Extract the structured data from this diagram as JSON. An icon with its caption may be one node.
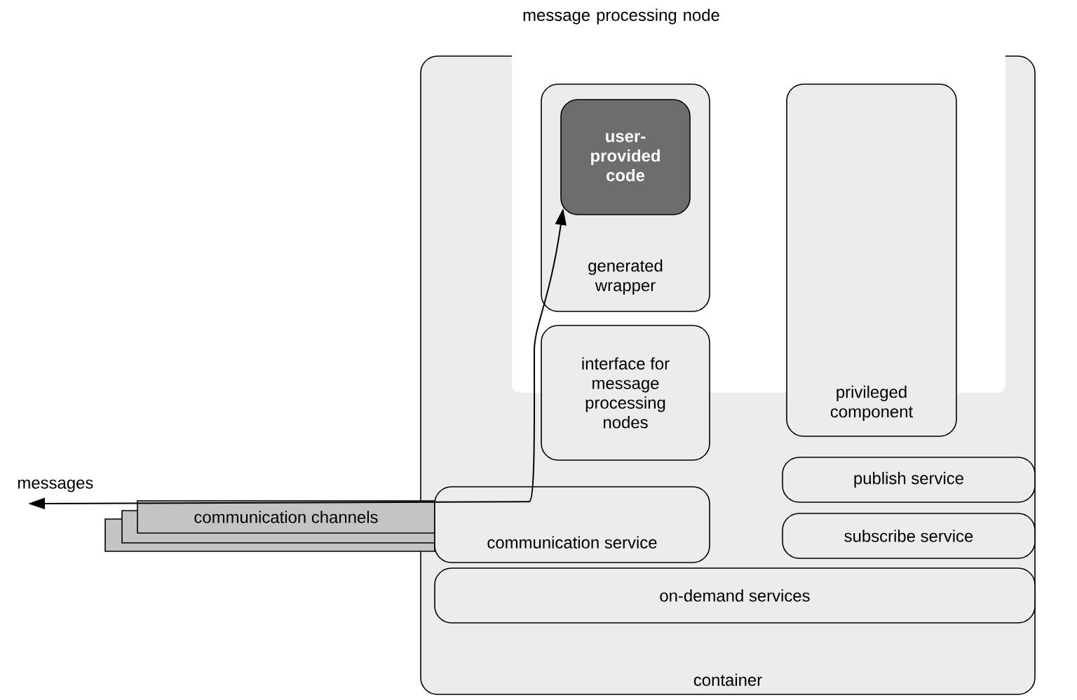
{
  "diagram": {
    "nodes": [
      {
        "text": [
          "container"
        ]
      },
      {
        "text": [
          "message processing node"
        ]
      },
      {
        "text": [
          "generated wrapper"
        ],
        "in": 1
      },
      {
        "text": [
          "user-provided code"
        ],
        "in": 2
      },
      {
        "text": [
          "interface for message processing nodes"
        ],
        "in": 0
      },
      {
        "text": [
          "privileged component"
        ],
        "in": 0
      },
      {
        "text": [
          "publish service"
        ],
        "in": 0
      },
      {
        "text": [
          "subscribe service"
        ],
        "in": 0
      },
      {
        "text": [
          "communication service"
        ],
        "in": 0
      },
      {
        "text": [
          "on-demand services"
        ],
        "in": 0
      },
      {
        "text": [
          "communication channels"
        ]
      },
      {
        "text": [
          "messages"
        ]
      }
    ],
    "edges": [
      {
        "from": 8,
        "to": 11,
        "arrow": "to"
      },
      {
        "from": 8,
        "to": 3,
        "arrow": "to"
      }
    ]
  }
}
